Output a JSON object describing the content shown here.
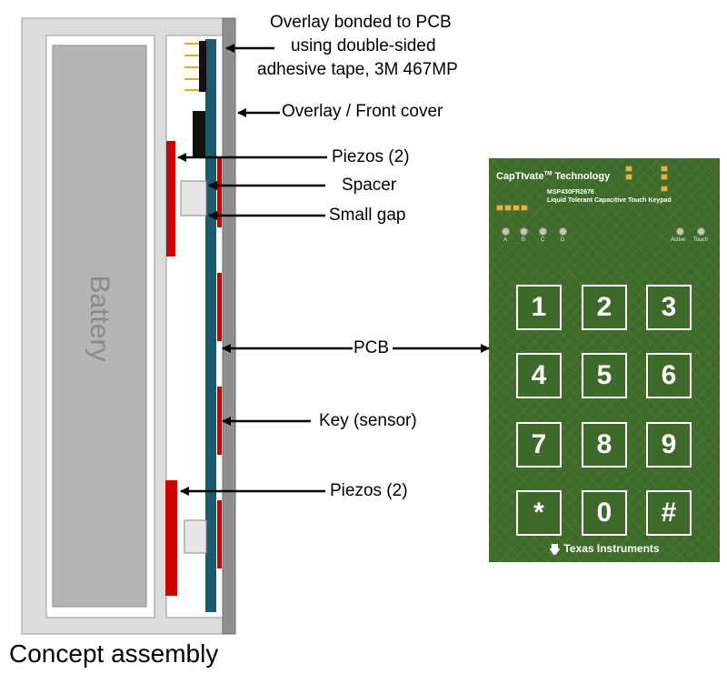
{
  "diagram": {
    "battery_label": "Battery",
    "callouts": {
      "overlay_bonded_line1": "Overlay bonded to PCB",
      "overlay_bonded_line2": "using double-sided",
      "overlay_bonded_line3": "adhesive tape, 3M 467MP",
      "overlay_front": "Overlay / Front cover",
      "piezos_top": "Piezos (2)",
      "spacer": "Spacer",
      "small_gap": "Small gap",
      "pcb": "PCB",
      "key_sensor": "Key (sensor)",
      "piezos_bottom": "Piezos (2)"
    },
    "caption": "Concept assembly",
    "colors": {
      "housing": "#dcdcdc",
      "battery": "#b5b5b5",
      "pcb_layer": "#1d5a6b",
      "piezo": "#cc0000",
      "overlay": "#8f8f8f",
      "board_green": "#3f6b2a"
    }
  },
  "board": {
    "title": "CapTIvate",
    "tm": "TM",
    "title_suffix": "Technology",
    "part": "MSP430FR2676",
    "description": "Liquid Tolerant Capacitive Touch Keypad",
    "leds": [
      "A",
      "B",
      "C",
      "D"
    ],
    "status_leds": [
      "Active",
      "Touch"
    ],
    "keys": [
      "1",
      "2",
      "3",
      "4",
      "5",
      "6",
      "7",
      "8",
      "9",
      "*",
      "0",
      "#"
    ],
    "brand": "Texas Instruments"
  }
}
